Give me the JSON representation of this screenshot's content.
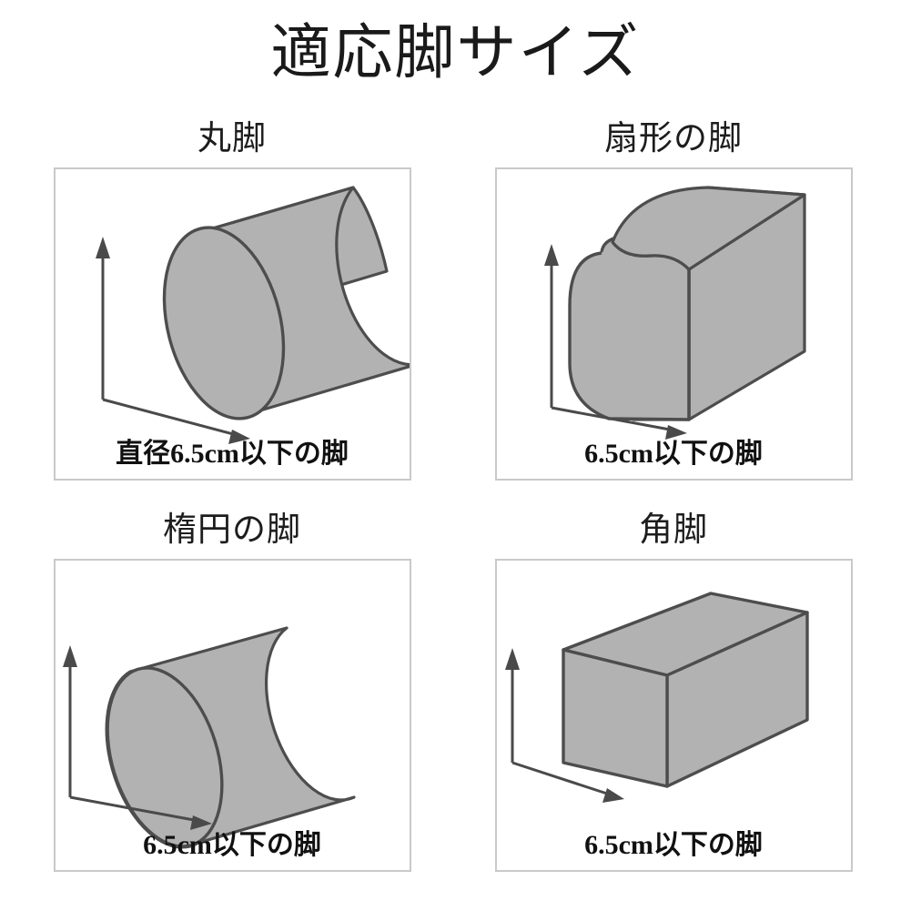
{
  "page": {
    "title": "適応脚サイズ",
    "background_color": "#ffffff"
  },
  "style": {
    "shape_fill": "#b2b2b2",
    "shape_stroke": "#4d4d4d",
    "arrow_color": "#4a4a4a",
    "panel_border": "#c9c9c9",
    "text_color": "#1a1a1a"
  },
  "cards": [
    {
      "id": "round-leg",
      "title": "丸脚",
      "caption": "直径6.5cm以下の脚",
      "shape": "cylinder-circular",
      "arrows": {
        "vertical": "up",
        "diagonal": "down-right"
      }
    },
    {
      "id": "fan-leg",
      "title": "扇形の脚",
      "caption": "6.5cm以下の脚",
      "shape": "rounded-front-box",
      "arrows": {
        "vertical": "up",
        "diagonal": "down-right"
      }
    },
    {
      "id": "oval-leg",
      "title": "楕円の脚",
      "caption": "6.5cm以下の脚",
      "shape": "cylinder-elliptical",
      "arrows": {
        "vertical": "up",
        "diagonal": "down-right"
      }
    },
    {
      "id": "square-leg",
      "title": "角脚",
      "caption": "6.5cm以下の脚",
      "shape": "rectangular-box",
      "arrows": {
        "vertical": "up",
        "diagonal": "down-right"
      }
    }
  ]
}
